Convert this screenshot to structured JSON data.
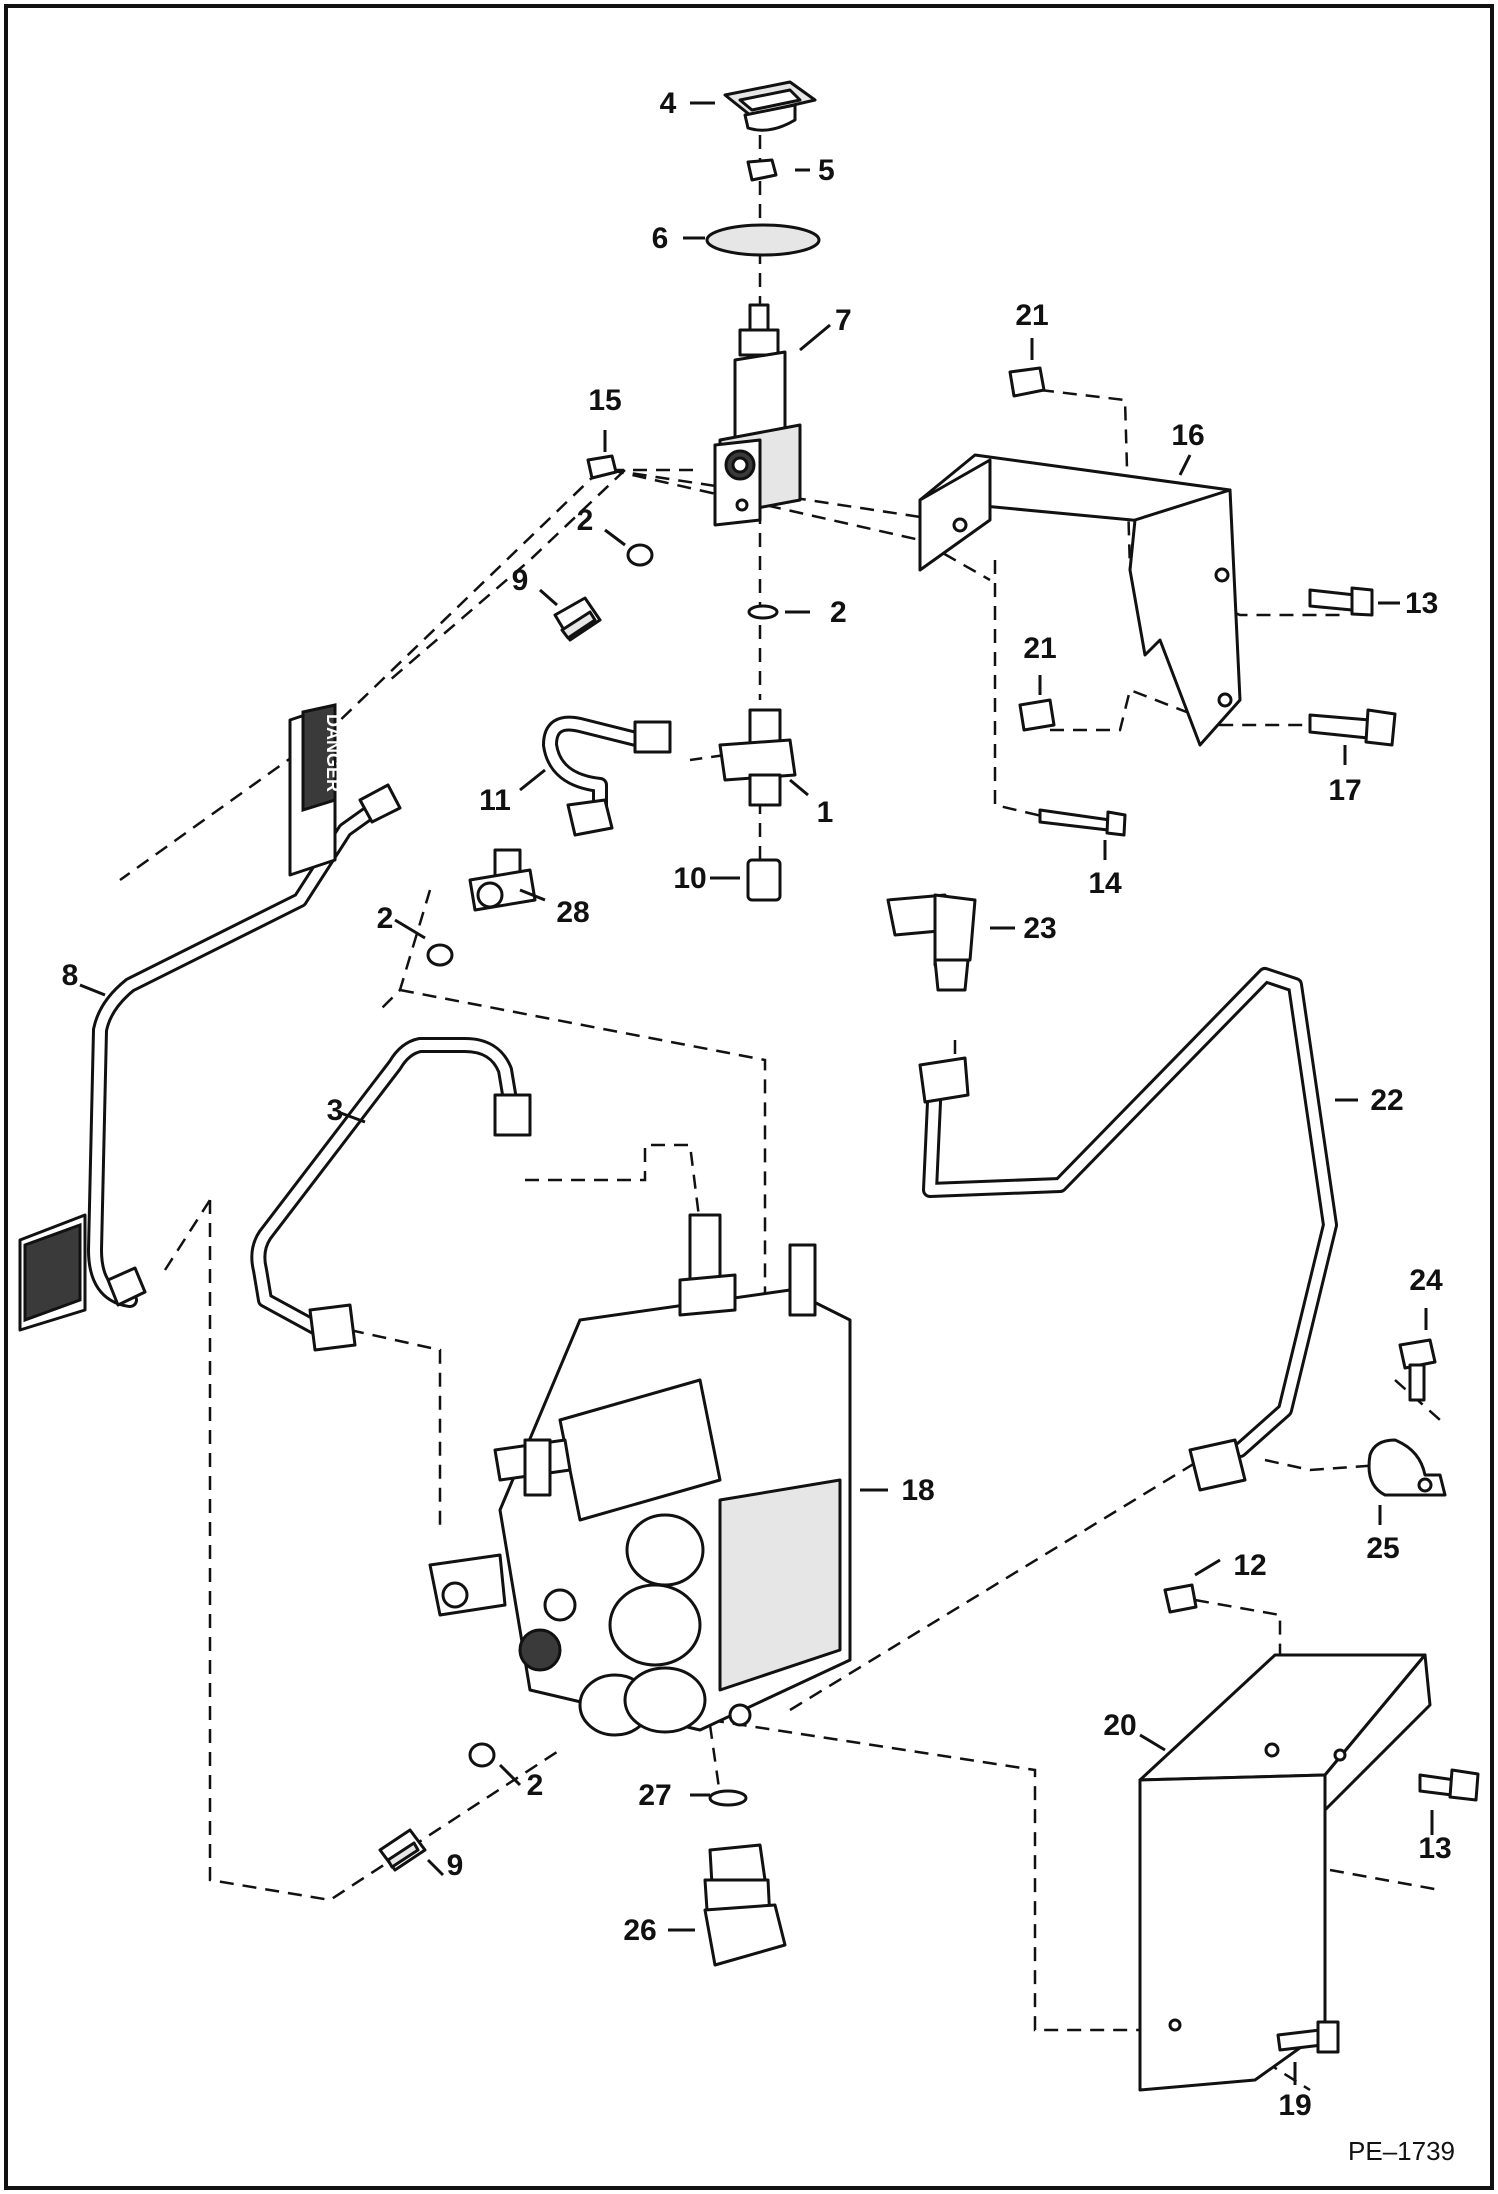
{
  "figure_code": "PE–1739",
  "decal_text": "DANGER",
  "callouts": {
    "c1": "1",
    "c2a": "2",
    "c2b": "2",
    "c2c": "2",
    "c2d": "2",
    "c3": "3",
    "c4": "4",
    "c5": "5",
    "c6": "6",
    "c7": "7",
    "c8": "8",
    "c9a": "9",
    "c9b": "9",
    "c10": "10",
    "c11": "11",
    "c12": "12",
    "c13a": "13",
    "c13b": "13",
    "c14": "14",
    "c15": "15",
    "c16": "16",
    "c17": "17",
    "c18": "18",
    "c19": "19",
    "c20": "20",
    "c21a": "21",
    "c21b": "21",
    "c22": "22",
    "c23": "23",
    "c24": "24",
    "c25": "25",
    "c26": "26",
    "c27": "27",
    "c28": "28"
  }
}
